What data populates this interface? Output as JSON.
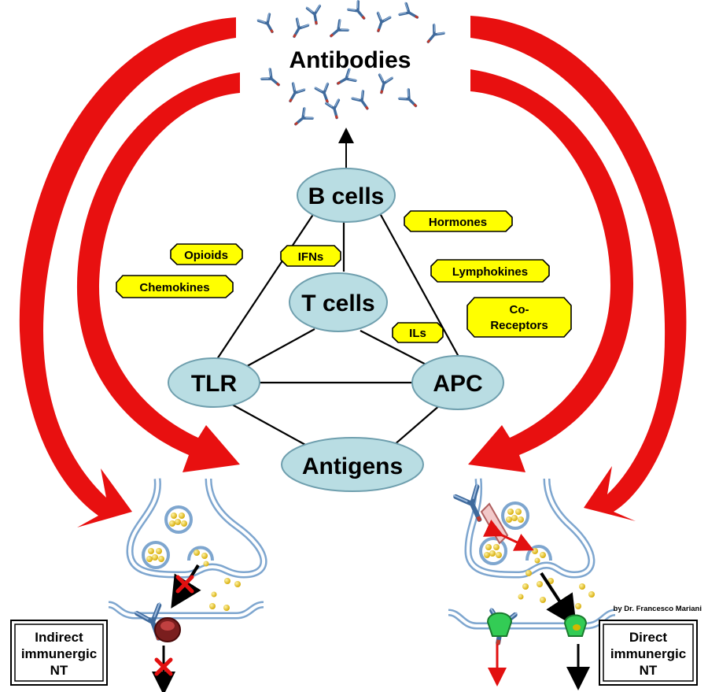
{
  "title": "Antibodies",
  "nodes": {
    "b_cells": "B cells",
    "t_cells": "T cells",
    "tlr": "TLR",
    "apc": "APC",
    "antigens": "Antigens"
  },
  "tags": {
    "hormones": "Hormones",
    "opioids": "Opioids",
    "ifns": "IFNs",
    "lymphokines": "Lymphokines",
    "chemokines": "Chemokines",
    "co_receptors_line1": "Co-",
    "co_receptors_line2": "Receptors",
    "ils": "ILs"
  },
  "boxes": {
    "indirect": [
      "Indirect",
      "immunergic",
      "NT"
    ],
    "direct": [
      "Direct",
      "immunergic",
      "NT"
    ]
  },
  "credit": "by Dr. Francesco Mariani",
  "colors": {
    "ellipse_fill": "#b9dde3",
    "ellipse_stroke": "#6f9fae",
    "tag_fill": "#ffff00",
    "arrow_red": "#ee1111",
    "antibody_blue": "#3f6a9c",
    "membrane": "#7ea6cf",
    "vesicle_dot": "#e7c21a",
    "receptor_green": "#33cc55",
    "receptor_dark": "#7a1e1e"
  },
  "icons": {
    "antibody": "antibody-icon",
    "vesicle": "vesicle-icon",
    "block": "red-x-icon"
  }
}
